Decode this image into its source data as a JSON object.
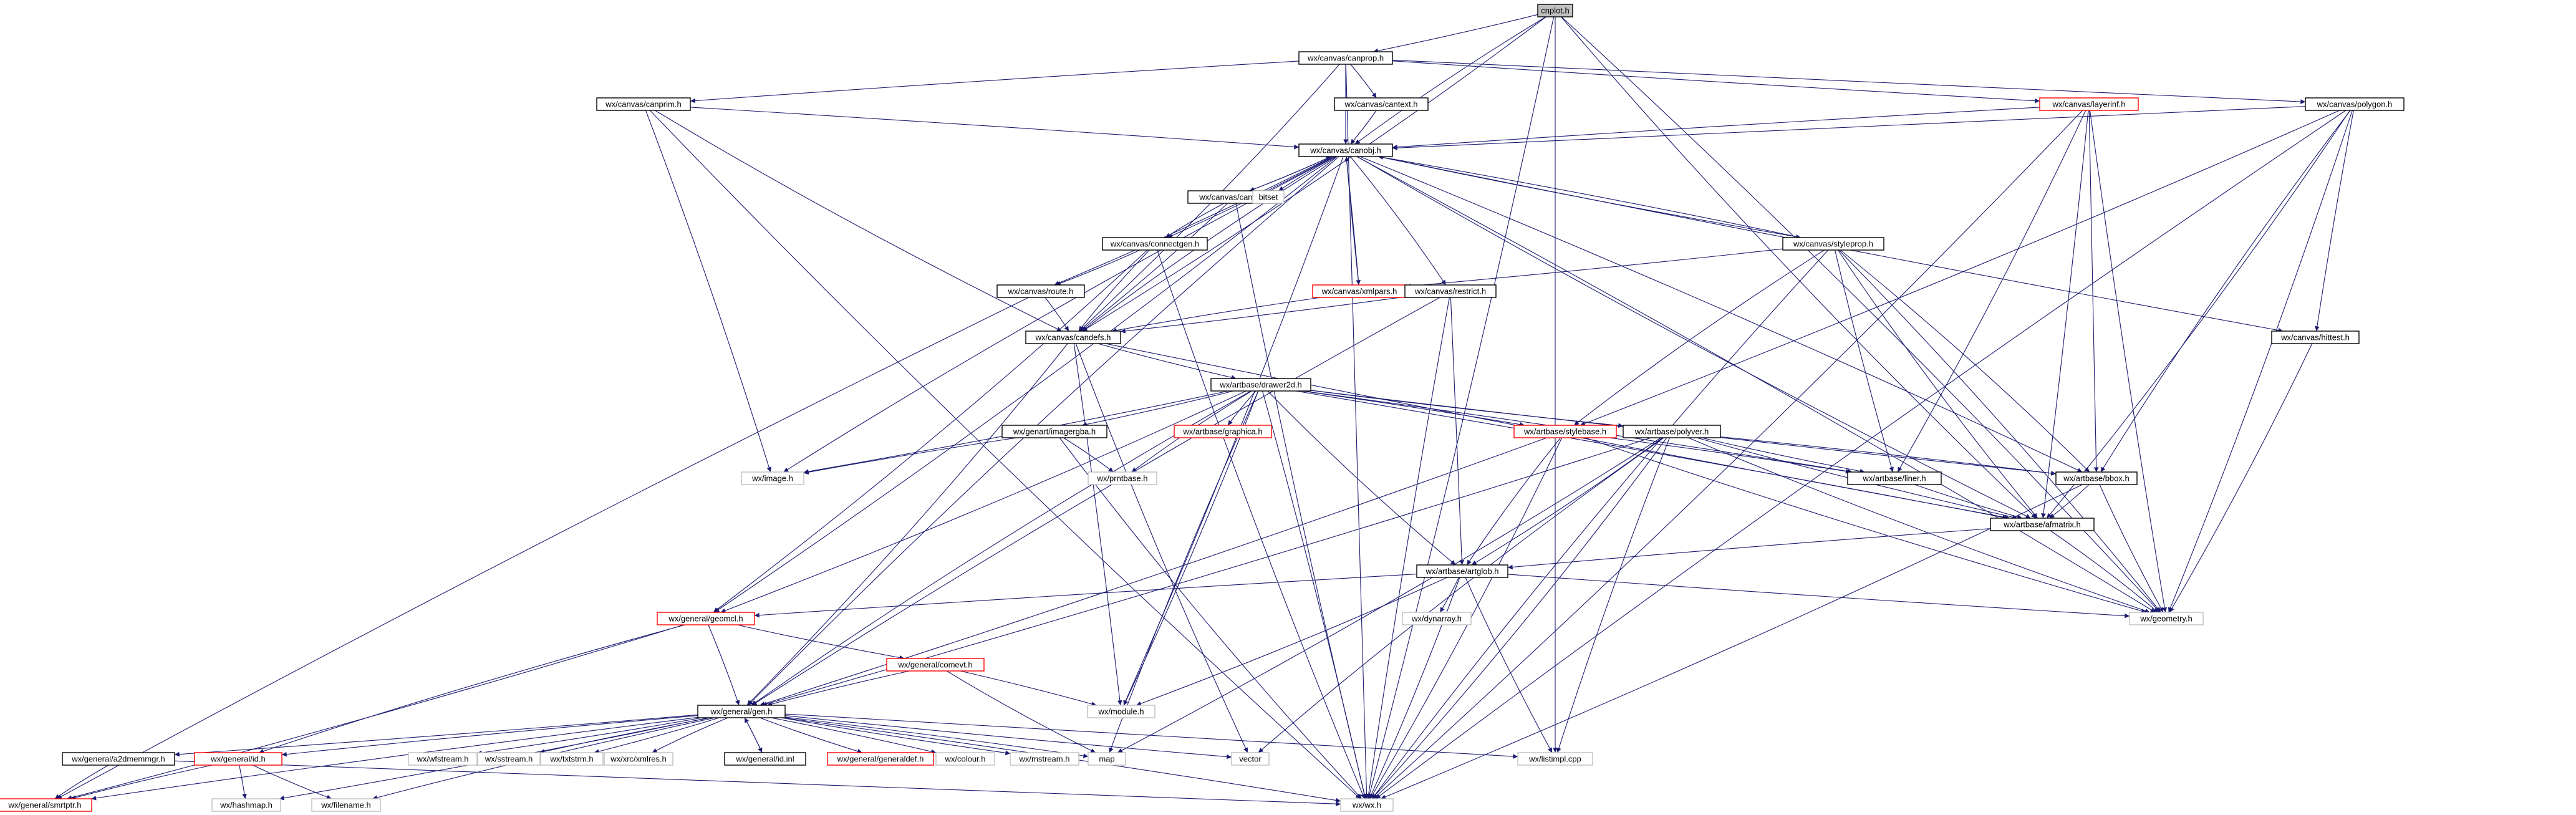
{
  "graph": {
    "edge_color": "#191970",
    "label_color": "#000000",
    "node_styles": {
      "root": {
        "fill": "#bfbfbf",
        "stroke": "#000000"
      },
      "doc": {
        "fill": "#ffffff",
        "stroke": "#000000"
      },
      "trunc": {
        "fill": "#ffffff",
        "stroke": "#ff0000"
      },
      "ext": {
        "fill": "#ffffff",
        "stroke": "#bfbfbf"
      }
    },
    "nodes": [
      {
        "id": "cnr",
        "label": "cnplot.h",
        "style": "root"
      },
      {
        "id": "canprop",
        "label": "wx/canvas/canprop.h",
        "style": "doc"
      },
      {
        "id": "canprim",
        "label": "wx/canvas/canprim.h",
        "style": "doc"
      },
      {
        "id": "cantext",
        "label": "wx/canvas/cantext.h",
        "style": "doc"
      },
      {
        "id": "layerinf",
        "label": "wx/canvas/layerinf.h",
        "style": "trunc"
      },
      {
        "id": "polygon",
        "label": "wx/canvas/polygon.h",
        "style": "doc"
      },
      {
        "id": "canobj",
        "label": "wx/canvas/canobj.h",
        "style": "doc"
      },
      {
        "id": "canpin",
        "label": "wx/canvas/canpin.h",
        "style": "doc"
      },
      {
        "id": "bitset",
        "label": "bitset",
        "style": "ext"
      },
      {
        "id": "connectgen",
        "label": "wx/canvas/connectgen.h",
        "style": "doc"
      },
      {
        "id": "styleprop",
        "label": "wx/canvas/styleprop.h",
        "style": "doc"
      },
      {
        "id": "route",
        "label": "wx/canvas/route.h",
        "style": "doc"
      },
      {
        "id": "xmlpars",
        "label": "wx/canvas/xmlpars.h",
        "style": "trunc"
      },
      {
        "id": "restrict",
        "label": "wx/canvas/restrict.h",
        "style": "doc"
      },
      {
        "id": "hittest",
        "label": "wx/canvas/hittest.h",
        "style": "doc"
      },
      {
        "id": "candefs",
        "label": "wx/canvas/candefs.h",
        "style": "doc"
      },
      {
        "id": "drawer2d",
        "label": "wx/artbase/drawer2d.h",
        "style": "doc"
      },
      {
        "id": "imagergba",
        "label": "wx/genart/imagergba.h",
        "style": "doc"
      },
      {
        "id": "graphica",
        "label": "wx/artbase/graphica.h",
        "style": "trunc"
      },
      {
        "id": "stylebase",
        "label": "wx/artbase/stylebase.h",
        "style": "trunc"
      },
      {
        "id": "polyver",
        "label": "wx/artbase/polyver.h",
        "style": "doc"
      },
      {
        "id": "image",
        "label": "wx/image.h",
        "style": "ext"
      },
      {
        "id": "prntbase",
        "label": "wx/prntbase.h",
        "style": "ext"
      },
      {
        "id": "liner",
        "label": "wx/artbase/liner.h",
        "style": "doc"
      },
      {
        "id": "bbox",
        "label": "wx/artbase/bbox.h",
        "style": "doc"
      },
      {
        "id": "afmatrix",
        "label": "wx/artbase/afmatrix.h",
        "style": "doc"
      },
      {
        "id": "artglob",
        "label": "wx/artbase/artglob.h",
        "style": "doc"
      },
      {
        "id": "dynarray",
        "label": "wx/dynarray.h",
        "style": "ext"
      },
      {
        "id": "geometry",
        "label": "wx/geometry.h",
        "style": "ext"
      },
      {
        "id": "geomcl",
        "label": "wx/general/geomcl.h",
        "style": "trunc"
      },
      {
        "id": "comevt",
        "label": "wx/general/comevt.h",
        "style": "trunc"
      },
      {
        "id": "gen",
        "label": "wx/general/gen.h",
        "style": "doc"
      },
      {
        "id": "module",
        "label": "wx/module.h",
        "style": "ext"
      },
      {
        "id": "a2dmemmgr",
        "label": "wx/general/a2dmemmgr.h",
        "style": "doc"
      },
      {
        "id": "idh",
        "label": "wx/general/id.h",
        "style": "trunc"
      },
      {
        "id": "wfstream",
        "label": "wx/wfstream.h",
        "style": "ext"
      },
      {
        "id": "sstream",
        "label": "wx/sstream.h",
        "style": "ext"
      },
      {
        "id": "txtstrm",
        "label": "wx/txtstrm.h",
        "style": "ext"
      },
      {
        "id": "xmlres",
        "label": "wx/xrc/xmlres.h",
        "style": "ext"
      },
      {
        "id": "idinl",
        "label": "wx/general/id.inl",
        "style": "doc"
      },
      {
        "id": "generaldef",
        "label": "wx/general/generaldef.h",
        "style": "trunc"
      },
      {
        "id": "colour",
        "label": "wx/colour.h",
        "style": "ext"
      },
      {
        "id": "mstream",
        "label": "wx/mstream.h",
        "style": "ext"
      },
      {
        "id": "map",
        "label": "map",
        "style": "ext"
      },
      {
        "id": "vector",
        "label": "vector",
        "style": "ext"
      },
      {
        "id": "listimpl",
        "label": "wx/listimpl.cpp",
        "style": "ext"
      },
      {
        "id": "smrtptr",
        "label": "wx/general/smrtptr.h",
        "style": "trunc"
      },
      {
        "id": "hashmap",
        "label": "wx/hashmap.h",
        "style": "ext"
      },
      {
        "id": "filename",
        "label": "wx/filename.h",
        "style": "ext"
      },
      {
        "id": "wxh",
        "label": "wx/wx.h",
        "style": "ext"
      }
    ],
    "edges": [
      [
        "cnr",
        "canprop"
      ],
      [
        "cnr",
        "canobj"
      ],
      [
        "cnr",
        "candefs"
      ],
      [
        "cnr",
        "afmatrix"
      ],
      [
        "cnr",
        "geometry"
      ],
      [
        "cnr",
        "listimpl"
      ],
      [
        "cnr",
        "wxh"
      ],
      [
        "canprop",
        "canprim"
      ],
      [
        "canprop",
        "cantext"
      ],
      [
        "canprop",
        "layerinf"
      ],
      [
        "canprop",
        "polygon"
      ],
      [
        "canprop",
        "canobj"
      ],
      [
        "canprop",
        "candefs"
      ],
      [
        "canprop",
        "wxh"
      ],
      [
        "canprim",
        "canobj"
      ],
      [
        "canprim",
        "candefs"
      ],
      [
        "canprim",
        "image"
      ],
      [
        "canprim",
        "wxh"
      ],
      [
        "cantext",
        "canobj"
      ],
      [
        "layerinf",
        "canobj"
      ],
      [
        "layerinf",
        "liner"
      ],
      [
        "layerinf",
        "bbox"
      ],
      [
        "layerinf",
        "afmatrix"
      ],
      [
        "layerinf",
        "geometry"
      ],
      [
        "layerinf",
        "wxh"
      ],
      [
        "polygon",
        "canobj"
      ],
      [
        "polygon",
        "stylebase"
      ],
      [
        "polygon",
        "bbox"
      ],
      [
        "polygon",
        "afmatrix"
      ],
      [
        "polygon",
        "hittest"
      ],
      [
        "polygon",
        "geometry"
      ],
      [
        "polygon",
        "wxh"
      ],
      [
        "canobj",
        "canpin"
      ],
      [
        "canobj",
        "bitset"
      ],
      [
        "canobj",
        "connectgen"
      ],
      [
        "canobj",
        "styleprop"
      ],
      [
        "canobj",
        "route"
      ],
      [
        "canobj",
        "xmlpars"
      ],
      [
        "canobj",
        "restrict"
      ],
      [
        "canobj",
        "candefs"
      ],
      [
        "canobj",
        "geomcl"
      ],
      [
        "canobj",
        "image"
      ],
      [
        "canobj",
        "bbox"
      ],
      [
        "canobj",
        "afmatrix"
      ],
      [
        "canobj",
        "geometry"
      ],
      [
        "canobj",
        "hittest"
      ],
      [
        "canobj",
        "module"
      ],
      [
        "canobj",
        "gen"
      ],
      [
        "canpin",
        "canobj"
      ],
      [
        "canpin",
        "connectgen"
      ],
      [
        "canpin",
        "candefs"
      ],
      [
        "canpin",
        "wxh"
      ],
      [
        "connectgen",
        "route"
      ],
      [
        "connectgen",
        "candefs"
      ],
      [
        "connectgen",
        "geomcl"
      ],
      [
        "connectgen",
        "wxh"
      ],
      [
        "styleprop",
        "canobj"
      ],
      [
        "styleprop",
        "stylebase"
      ],
      [
        "styleprop",
        "xmlpars"
      ],
      [
        "styleprop",
        "liner"
      ],
      [
        "styleprop",
        "bbox"
      ],
      [
        "styleprop",
        "afmatrix"
      ],
      [
        "styleprop",
        "geometry"
      ],
      [
        "styleprop",
        "wxh"
      ],
      [
        "route",
        "candefs"
      ],
      [
        "route",
        "smrtptr"
      ],
      [
        "xmlpars",
        "canobj"
      ],
      [
        "xmlpars",
        "candefs"
      ],
      [
        "restrict",
        "candefs"
      ],
      [
        "restrict",
        "gen"
      ],
      [
        "restrict",
        "artglob"
      ],
      [
        "restrict",
        "wxh"
      ],
      [
        "hittest",
        "geometry"
      ],
      [
        "candefs",
        "drawer2d"
      ],
      [
        "candefs",
        "gen"
      ],
      [
        "candefs",
        "afmatrix"
      ],
      [
        "candefs",
        "module"
      ],
      [
        "candefs",
        "vector"
      ],
      [
        "drawer2d",
        "imagergba"
      ],
      [
        "drawer2d",
        "graphica"
      ],
      [
        "drawer2d",
        "stylebase"
      ],
      [
        "drawer2d",
        "polyver"
      ],
      [
        "drawer2d",
        "image"
      ],
      [
        "drawer2d",
        "prntbase"
      ],
      [
        "drawer2d",
        "liner"
      ],
      [
        "drawer2d",
        "bbox"
      ],
      [
        "drawer2d",
        "afmatrix"
      ],
      [
        "drawer2d",
        "artglob"
      ],
      [
        "drawer2d",
        "geomcl"
      ],
      [
        "drawer2d",
        "gen"
      ],
      [
        "drawer2d",
        "module"
      ],
      [
        "drawer2d",
        "map"
      ],
      [
        "drawer2d",
        "wxh"
      ],
      [
        "imagergba",
        "image"
      ],
      [
        "imagergba",
        "prntbase"
      ],
      [
        "imagergba",
        "wxh"
      ],
      [
        "stylebase",
        "liner"
      ],
      [
        "stylebase",
        "artglob"
      ],
      [
        "stylebase",
        "gen"
      ],
      [
        "stylebase",
        "geometry"
      ],
      [
        "stylebase",
        "wxh"
      ],
      [
        "polyver",
        "liner"
      ],
      [
        "polyver",
        "bbox"
      ],
      [
        "polyver",
        "afmatrix"
      ],
      [
        "polyver",
        "artglob"
      ],
      [
        "polyver",
        "geometry"
      ],
      [
        "polyver",
        "gen"
      ],
      [
        "polyver",
        "listimpl"
      ],
      [
        "polyver",
        "map"
      ],
      [
        "polyver",
        "vector"
      ],
      [
        "polyver",
        "wxh"
      ],
      [
        "liner",
        "afmatrix"
      ],
      [
        "bbox",
        "afmatrix"
      ],
      [
        "bbox",
        "geometry"
      ],
      [
        "bbox",
        "wxh"
      ],
      [
        "afmatrix",
        "artglob"
      ],
      [
        "afmatrix",
        "geometry"
      ],
      [
        "artglob",
        "geomcl"
      ],
      [
        "artglob",
        "dynarray"
      ],
      [
        "artglob",
        "geometry"
      ],
      [
        "artglob",
        "module"
      ],
      [
        "artglob",
        "listimpl"
      ],
      [
        "artglob",
        "wxh"
      ],
      [
        "geomcl",
        "comevt"
      ],
      [
        "geomcl",
        "gen"
      ],
      [
        "geomcl",
        "idh"
      ],
      [
        "geomcl",
        "smrtptr"
      ],
      [
        "comevt",
        "gen"
      ],
      [
        "comevt",
        "module"
      ],
      [
        "comevt",
        "map"
      ],
      [
        "gen",
        "a2dmemmgr"
      ],
      [
        "gen",
        "idh"
      ],
      [
        "gen",
        "wfstream"
      ],
      [
        "gen",
        "sstream"
      ],
      [
        "gen",
        "txtstrm"
      ],
      [
        "gen",
        "xmlres"
      ],
      [
        "gen",
        "idinl"
      ],
      [
        "gen",
        "generaldef"
      ],
      [
        "gen",
        "colour"
      ],
      [
        "gen",
        "mstream"
      ],
      [
        "gen",
        "map"
      ],
      [
        "gen",
        "vector"
      ],
      [
        "gen",
        "listimpl"
      ],
      [
        "gen",
        "smrtptr"
      ],
      [
        "gen",
        "hashmap"
      ],
      [
        "gen",
        "filename"
      ],
      [
        "gen",
        "wxh"
      ],
      [
        "a2dmemmgr",
        "smrtptr"
      ],
      [
        "a2dmemmgr",
        "wxh"
      ],
      [
        "idh",
        "smrtptr"
      ],
      [
        "idh",
        "hashmap"
      ],
      [
        "idh",
        "filename"
      ],
      [
        "idinl",
        "gen"
      ]
    ]
  }
}
